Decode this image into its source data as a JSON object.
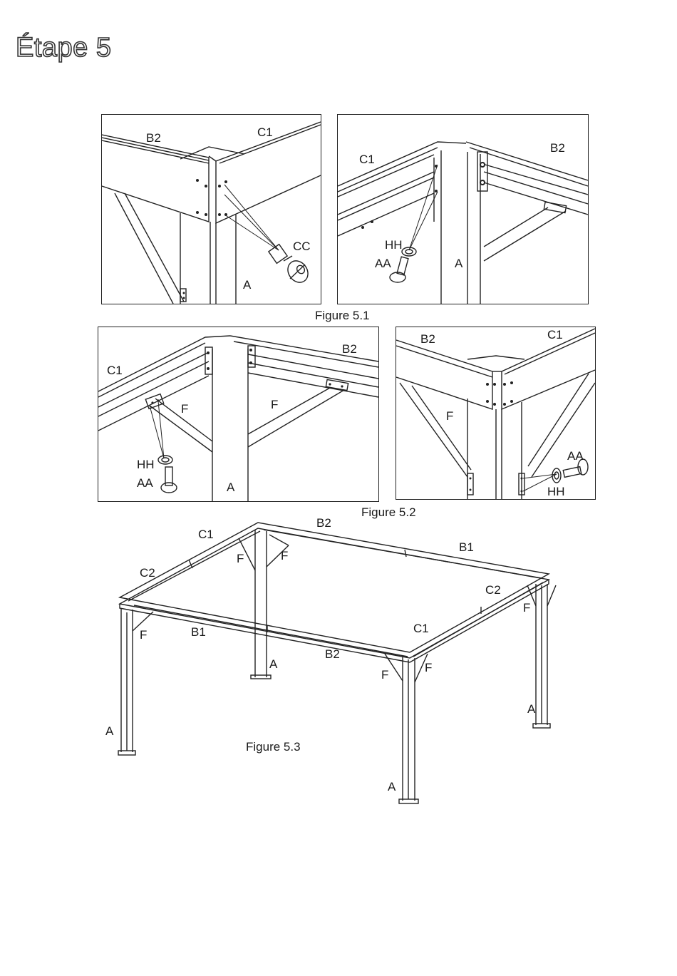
{
  "title": "Étape 5",
  "fig51": {
    "caption": "Figure 5.1",
    "left": {
      "b2": "B2",
      "c1": "C1",
      "cc": "CC",
      "a": "A"
    },
    "right": {
      "c1": "C1",
      "b2": "B2",
      "hh": "HH",
      "aa": "AA",
      "a": "A"
    }
  },
  "fig52": {
    "caption": "Figure 5.2",
    "left": {
      "c1": "C1",
      "b2": "B2",
      "f1": "F",
      "f2": "F",
      "hh": "HH",
      "aa": "AA",
      "a": "A"
    },
    "right": {
      "b2": "B2",
      "c1": "C1",
      "f": "F",
      "aa": "AA",
      "hh": "HH"
    }
  },
  "fig53": {
    "caption": "Figure 5.3",
    "labels": {
      "c1_back": "C1",
      "b2_back": "B2",
      "b1_back": "B1",
      "c2_left": "C2",
      "c2_right": "C2",
      "f_back_l": "F",
      "f_back_r": "F",
      "f_right": "F",
      "f_left": "F",
      "f_front_l": "F",
      "f_front_r": "F",
      "b1_front": "B1",
      "b2_front": "B2",
      "c1_front": "C1",
      "a_back": "A",
      "a_right": "A",
      "a_left": "A",
      "a_front": "A"
    }
  }
}
